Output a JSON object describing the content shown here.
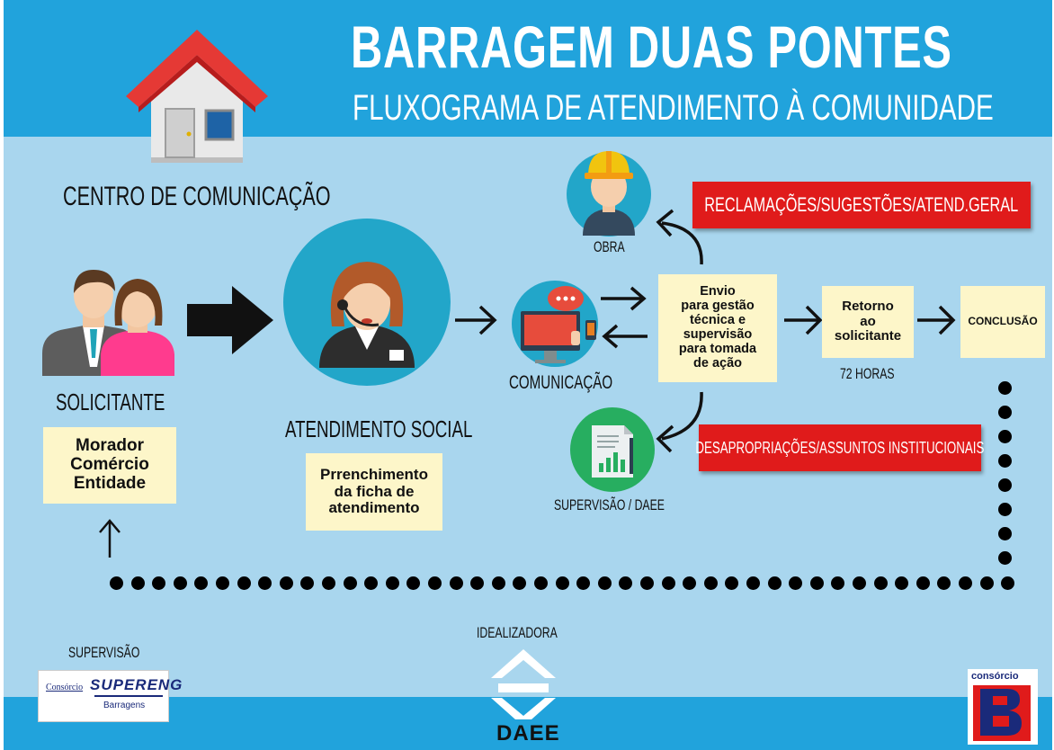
{
  "header": {
    "title": "BARRAGEM DUAS PONTES",
    "subtitle": "FLUXOGRAMA DE ATENDIMENTO À COMUNIDADE"
  },
  "center": {
    "label": "CENTRO DE COMUNICAÇÃO"
  },
  "solicitante": {
    "label": "SOLICITANTE",
    "types": [
      "Morador",
      "Comércio",
      "Entidade"
    ]
  },
  "atendimento": {
    "label": "ATENDIMENTO SOCIAL",
    "note": [
      "Prrenchimento",
      "da ficha de",
      "atendimento"
    ]
  },
  "comunicacao": {
    "label": "COMUNICAÇÃO"
  },
  "envio": {
    "lines": [
      "Envio",
      "para gestão",
      "técnica e",
      "supervisão",
      "para tomada",
      "de ação"
    ]
  },
  "retorno": {
    "lines": [
      "Retorno",
      "ao",
      "solicitante"
    ],
    "time": "72 HORAS"
  },
  "conclusao": {
    "label": "CONCLUSÃO"
  },
  "obra": {
    "label": "OBRA",
    "banner": "RECLAMAÇÕES/SUGESTÕES/ATEND.GERAL"
  },
  "supervisao_daee": {
    "label": "SUPERVISÃO / DAEE",
    "banner": "DESAPROPRIAÇÕES/ASSUNTOS INSTITUCIONAIS"
  },
  "footer": {
    "supervisao_label": "SUPERVISÃO",
    "supereng_prefix": "Consórcio",
    "supereng_name": "SUPERENG",
    "supereng_sub": "Barragens",
    "idealizadora_label": "IDEALIZADORA",
    "daee": "DAEE",
    "bp_label": "consórcio"
  },
  "colors": {
    "header_blue": "#21a3dc",
    "background": "#a9d6ee",
    "circle_teal": "#22a6c9",
    "circle_green": "#27ae60",
    "note_yellow": "#fdf6c9",
    "banner_red": "#e01b1b"
  }
}
